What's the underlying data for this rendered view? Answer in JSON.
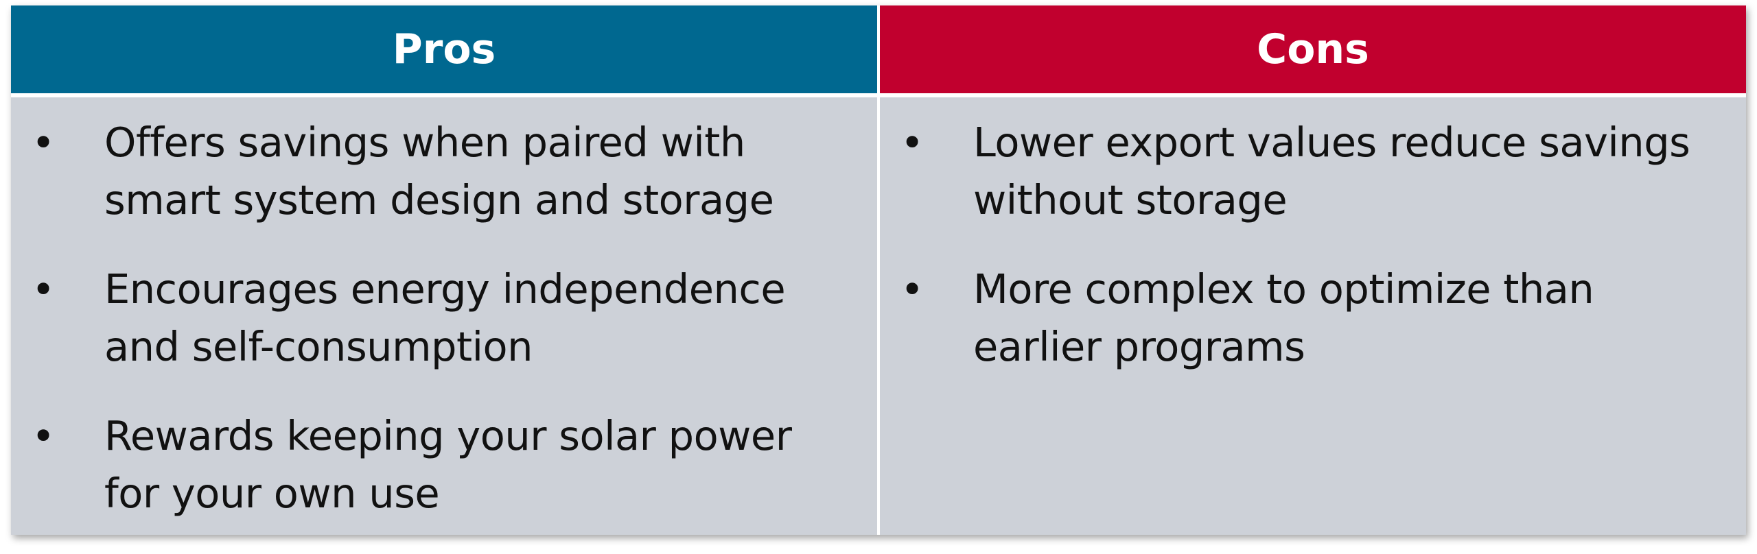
{
  "table": {
    "pros": {
      "header": "Pros",
      "header_color": "#006890",
      "items": [
        "Offers savings when paired with smart system design and storage",
        "Encourages energy independence and self-consumption",
        "Rewards keeping your solar power for your own use"
      ]
    },
    "cons": {
      "header": "Cons",
      "header_color": "#c1002e",
      "items": [
        "Lower export values reduce savings without storage",
        "More complex to optimize than earlier programs"
      ]
    },
    "body_color": "#cdd1d8",
    "bullet_glyph": "•"
  }
}
